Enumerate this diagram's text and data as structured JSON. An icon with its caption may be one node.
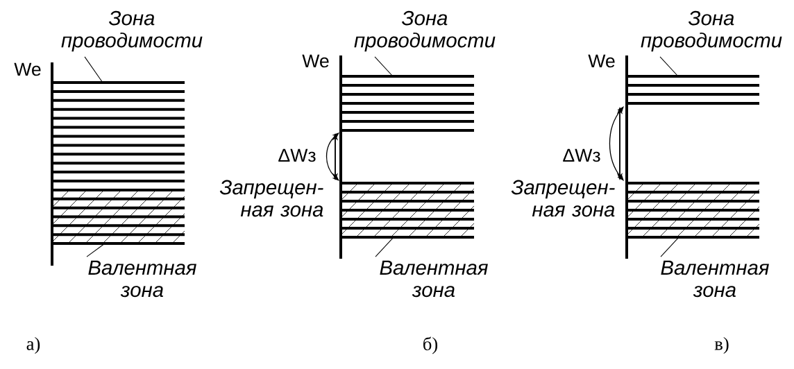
{
  "diagram": {
    "nodes": [
      {
        "text": [
          "Зона проводимости"
        ]
      },
      {
        "text": [],
        "shape": "bar"
      },
      {
        "text": [],
        "shape": "bar"
      },
      {
        "text": [
          "Валентная зона"
        ]
      },
      {
        "text": [
          "Зона проводимости"
        ]
      },
      {
        "text": [],
        "shape": "bar"
      },
      {
        "text": [],
        "shape": "bar"
      },
      {
        "text": [
          "Валентная зона"
        ]
      },
      {
        "text": [
          "Зона проводимости"
        ]
      },
      {
        "text": [],
        "shape": "bar"
      },
      {
        "text": [],
        "shape": "bar"
      },
      {
        "text": [
          "Валентная зона"
        ]
      }
    ],
    "edges": [
      {
        "from": 0,
        "to": 1,
        "arrow": "none"
      },
      {
        "from": 3,
        "to": 2,
        "arrow": "none"
      },
      {
        "from": 4,
        "to": 5,
        "arrow": "none"
      },
      {
        "from": 7,
        "to": 6,
        "arrow": "none"
      },
      {
        "from": 8,
        "to": 9,
        "arrow": "none"
      },
      {
        "from": 11,
        "to": 10,
        "arrow": "none"
      }
    ],
    "labels": [
      "We",
      "а)",
      "We",
      "ΔWз",
      "Запрещен- ная зона",
      "б)",
      "We",
      "ΔWз",
      "Запрещен- ная зона",
      "в)"
    ]
  }
}
